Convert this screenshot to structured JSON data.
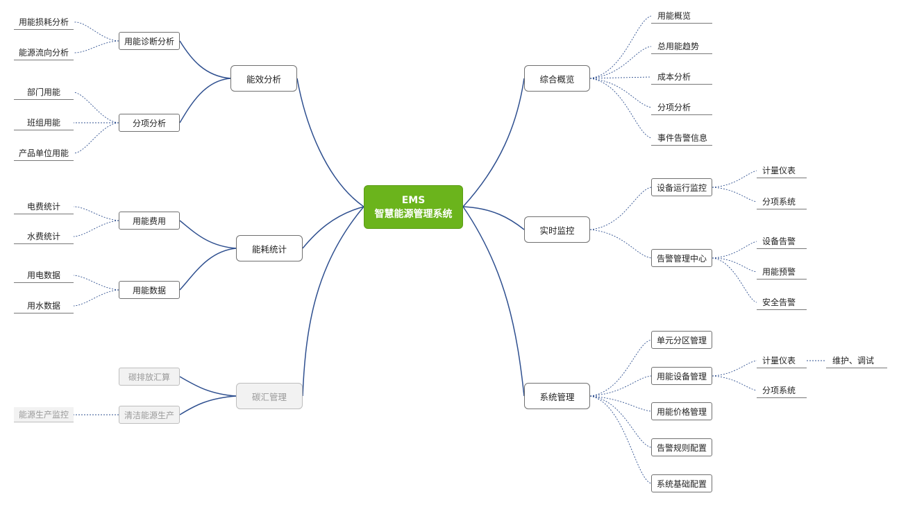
{
  "root": {
    "line1": "EMS",
    "line2": "智慧能源管理系统",
    "color": "#6bb41c"
  },
  "link_color": "#2e4f8f",
  "left": {
    "energy_efficiency": {
      "label": "能效分析",
      "diagnosis": {
        "label": "用能诊断分析",
        "leaves": [
          "用能损耗分析",
          "能源流向分析"
        ]
      },
      "subitem": {
        "label": "分项分析",
        "leaves": [
          "部门用能",
          "班组用能",
          "产品单位用能"
        ]
      }
    },
    "consumption_stats": {
      "label": "能耗统计",
      "cost": {
        "label": "用能费用",
        "leaves": [
          "电费统计",
          "水费统计"
        ]
      },
      "data": {
        "label": "用能数据",
        "leaves": [
          "用电数据",
          "用水数据"
        ]
      }
    },
    "carbon": {
      "label": "碳汇管理",
      "accounting": {
        "label": "碳排放汇算"
      },
      "clean": {
        "label": "清洁能源生产",
        "leaves": [
          "能源生产监控"
        ]
      }
    }
  },
  "right": {
    "overview": {
      "label": "综合概览",
      "leaves": [
        "用能概览",
        "总用能趋势",
        "成本分析",
        "分项分析",
        "事件告警信息"
      ]
    },
    "monitoring": {
      "label": "实时监控",
      "device": {
        "label": "设备运行监控",
        "leaves": [
          "计量仪表",
          "分项系统"
        ]
      },
      "alarm": {
        "label": "告警管理中心",
        "leaves": [
          "设备告警",
          "用能预警",
          "安全告警"
        ]
      }
    },
    "system": {
      "label": "系统管理",
      "unit": {
        "label": "单元分区管理"
      },
      "equipment": {
        "label": "用能设备管理",
        "meter": {
          "label": "计量仪表",
          "leaf": "维护、调试"
        },
        "subsystem": "分项系统"
      },
      "price": {
        "label": "用能价格管理"
      },
      "rules": {
        "label": "告警规则配置"
      },
      "basic": {
        "label": "系统基础配置"
      }
    }
  }
}
